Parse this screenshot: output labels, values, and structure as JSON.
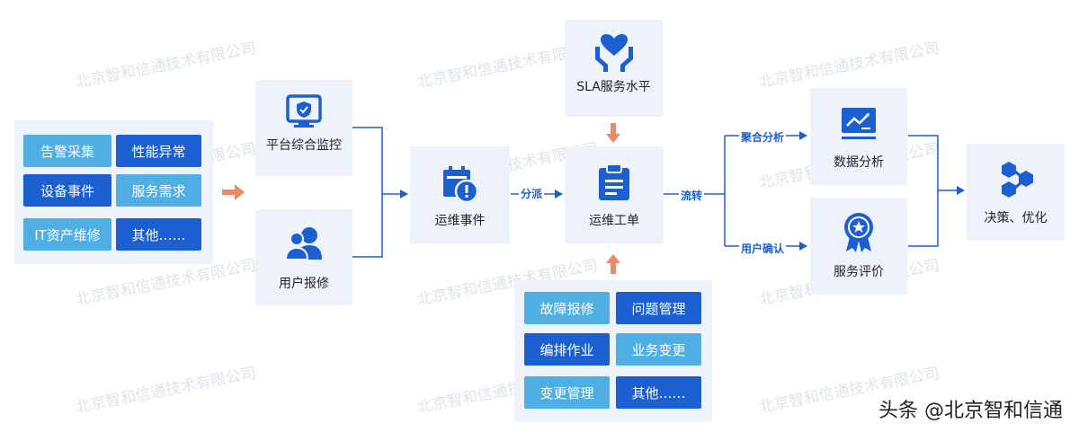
{
  "watermark": "北京智和信通技术有限公司",
  "sources": {
    "chips": [
      {
        "label": "告警采集",
        "tone": "light"
      },
      {
        "label": "性能异常",
        "tone": "dark"
      },
      {
        "label": "设备事件",
        "tone": "dark"
      },
      {
        "label": "服务需求",
        "tone": "light"
      },
      {
        "label": "IT资产维修",
        "tone": "light"
      },
      {
        "label": "其他……",
        "tone": "dark"
      }
    ]
  },
  "nodes": {
    "platform_monitor": "平台综合监控",
    "user_report": "用户报修",
    "ops_event": "运维事件",
    "sla": "SLA服务水平",
    "work_order": "运维工单",
    "data_analysis": "数据分析",
    "service_eval": "服务评价",
    "decision": "决策、优化"
  },
  "edge_labels": {
    "dispatch": "分派",
    "transfer": "流转",
    "aggregate": "聚合分析",
    "user_confirm": "用户确认"
  },
  "work_order_types": {
    "chips": [
      {
        "label": "故障报修",
        "tone": "light"
      },
      {
        "label": "问题管理",
        "tone": "dark"
      },
      {
        "label": "编排作业",
        "tone": "dark"
      },
      {
        "label": "业务变更",
        "tone": "light"
      },
      {
        "label": "变更管理",
        "tone": "light"
      },
      {
        "label": "其他……",
        "tone": "dark"
      }
    ]
  },
  "footer": {
    "source": "头条 @北京智和信通"
  },
  "colors": {
    "light_chip": "#4faee2",
    "dark_chip": "#1b5fd0",
    "line": "#1b5fd0",
    "arrow": "#ec8866",
    "panel": "#eef3fb"
  }
}
